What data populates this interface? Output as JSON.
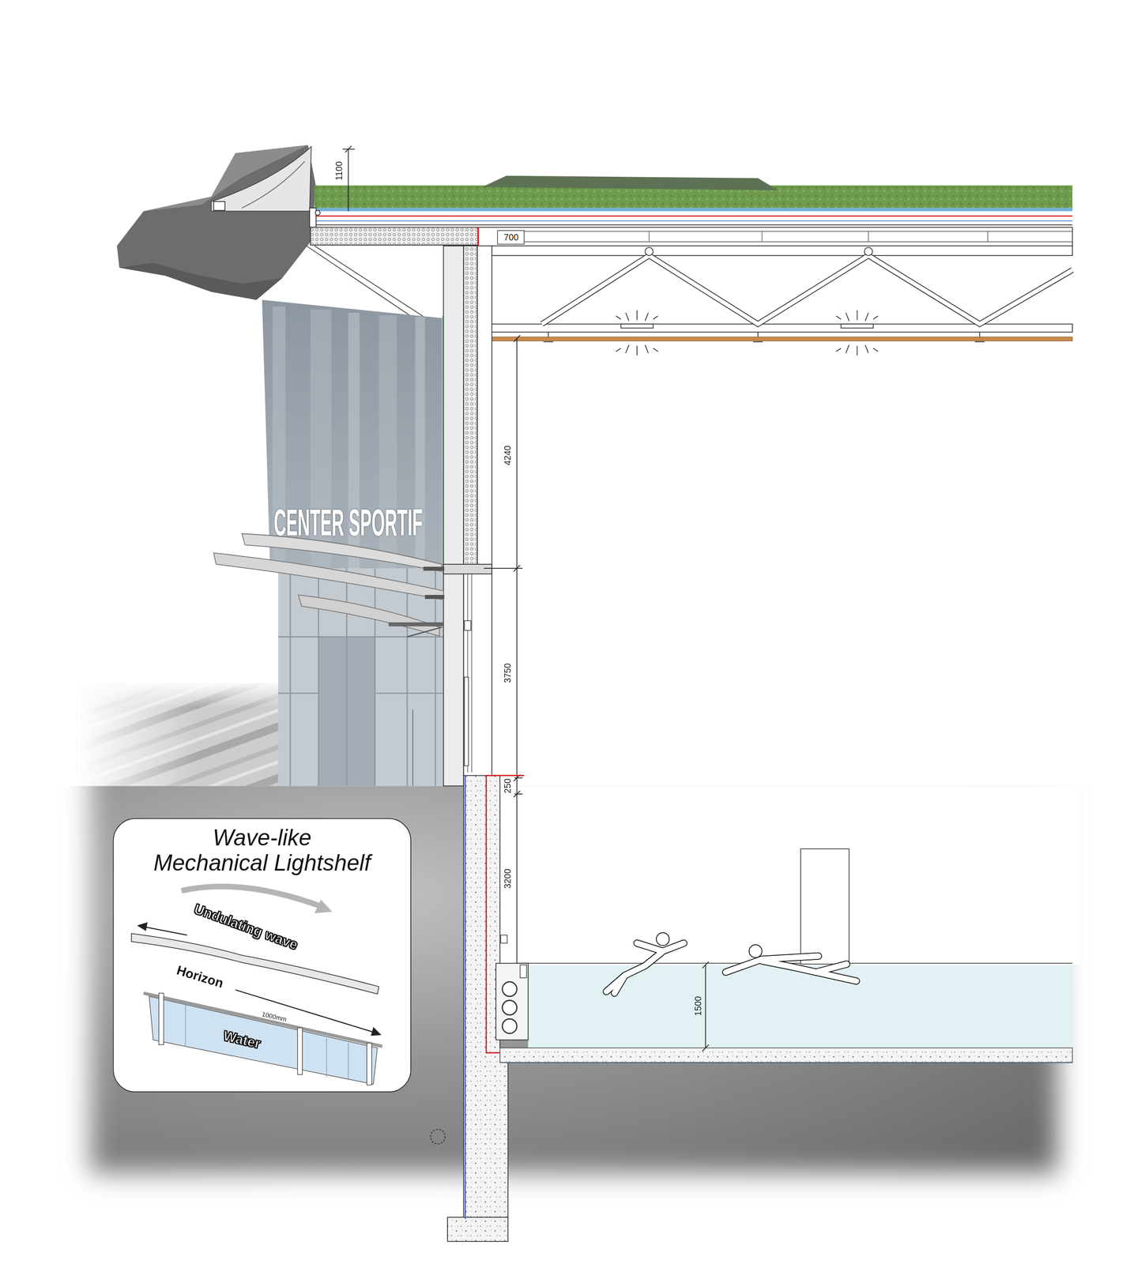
{
  "diagram": {
    "nodes": [
      {
        "text": [
          "Wave-like Mechanical Lightshelf"
        ]
      }
    ],
    "labels": [
      "1100",
      "700",
      "4240",
      "CENTER SPORTIF",
      "3750",
      "250",
      "3200",
      "1500",
      "Undulating wave",
      "Horizon",
      "Water",
      "1000mm"
    ]
  }
}
